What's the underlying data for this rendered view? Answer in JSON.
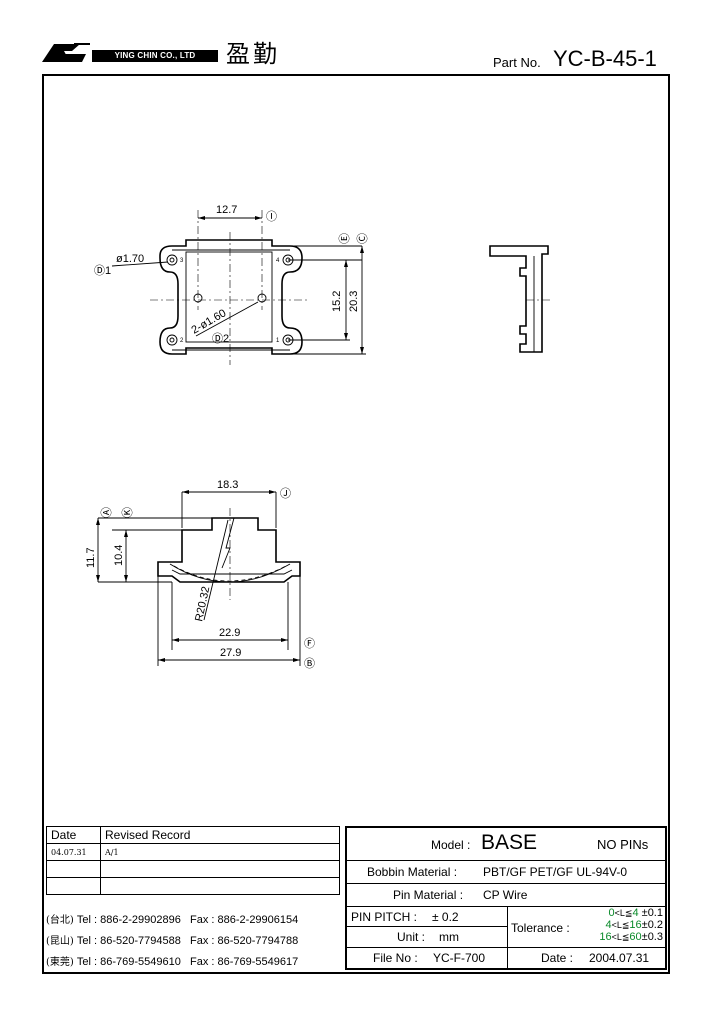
{
  "header": {
    "company_en": "YING CHIN CO., LTD",
    "company_cn": "盈勤",
    "part_label": "Part No.",
    "part_number": "YC-B-45-1"
  },
  "top_view": {
    "dim_12_7": "12.7",
    "dim_15_2": "15.2",
    "dim_20_3": "20.3",
    "dim_d170": "ø1.70",
    "dim_d160": "2-ø1.60",
    "ref_I": "Ⓘ",
    "ref_E": "Ⓔ",
    "ref_C": "Ⓒ",
    "ref_D1": "Ⓓ1",
    "ref_D2": "Ⓓ2",
    "pin_1": "1",
    "pin_2": "2",
    "pin_3": "3",
    "pin_4": "4"
  },
  "front_view": {
    "dim_18_3": "18.3",
    "dim_11_7": "11.7",
    "dim_10_4": "10.4",
    "dim_r2032": "R20.32",
    "dim_22_9": "22.9",
    "dim_27_9": "27.9",
    "ref_J": "Ⓙ",
    "ref_A": "Ⓐ",
    "ref_K": "Ⓚ",
    "ref_F": "Ⓕ",
    "ref_B": "Ⓑ"
  },
  "revision": {
    "col_date": "Date",
    "col_record": "Revised Record",
    "rows": [
      {
        "date": "04.07.31",
        "record": "A/1"
      },
      {
        "date": "",
        "record": ""
      },
      {
        "date": "",
        "record": ""
      }
    ]
  },
  "contacts": [
    {
      "city": "(台北)",
      "tel": "Tel : 886-2-29902896",
      "fax": "Fax : 886-2-29906154"
    },
    {
      "city": "(昆山)",
      "tel": "Tel : 86-520-7794588",
      "fax": "Fax : 86-520-7794788"
    },
    {
      "city": "(東莞)",
      "tel": "Tel : 86-769-5549610",
      "fax": "Fax : 86-769-5549617"
    }
  ],
  "spec": {
    "model_label": "Model :",
    "model_value": "BASE",
    "pins": "NO PINs",
    "bobbin_label": "Bobbin  Material :",
    "bobbin_value": "PBT/GF  PET/GF  UL-94V-0",
    "pin_mat_label": "Pin  Material :",
    "pin_mat_value": "CP Wire",
    "pitch_label": "PIN  PITCH :",
    "pitch_value": "± 0.2",
    "tolerance_label": "Tolerance :",
    "tol_rows": [
      {
        "lo": "0",
        "op": "<L≦",
        "hi": "4",
        "tol": "±0.1"
      },
      {
        "lo": "4",
        "op": "<L≦",
        "hi": "16",
        "tol": "±0.2"
      },
      {
        "lo": "16",
        "op": "<L≦",
        "hi": "60",
        "tol": "±0.3"
      }
    ],
    "unit_label": "Unit :",
    "unit_value": "mm",
    "file_label": "File  No :",
    "file_value": "YC-F-700",
    "date_label": "Date :",
    "date_value": "2004.07.31"
  }
}
